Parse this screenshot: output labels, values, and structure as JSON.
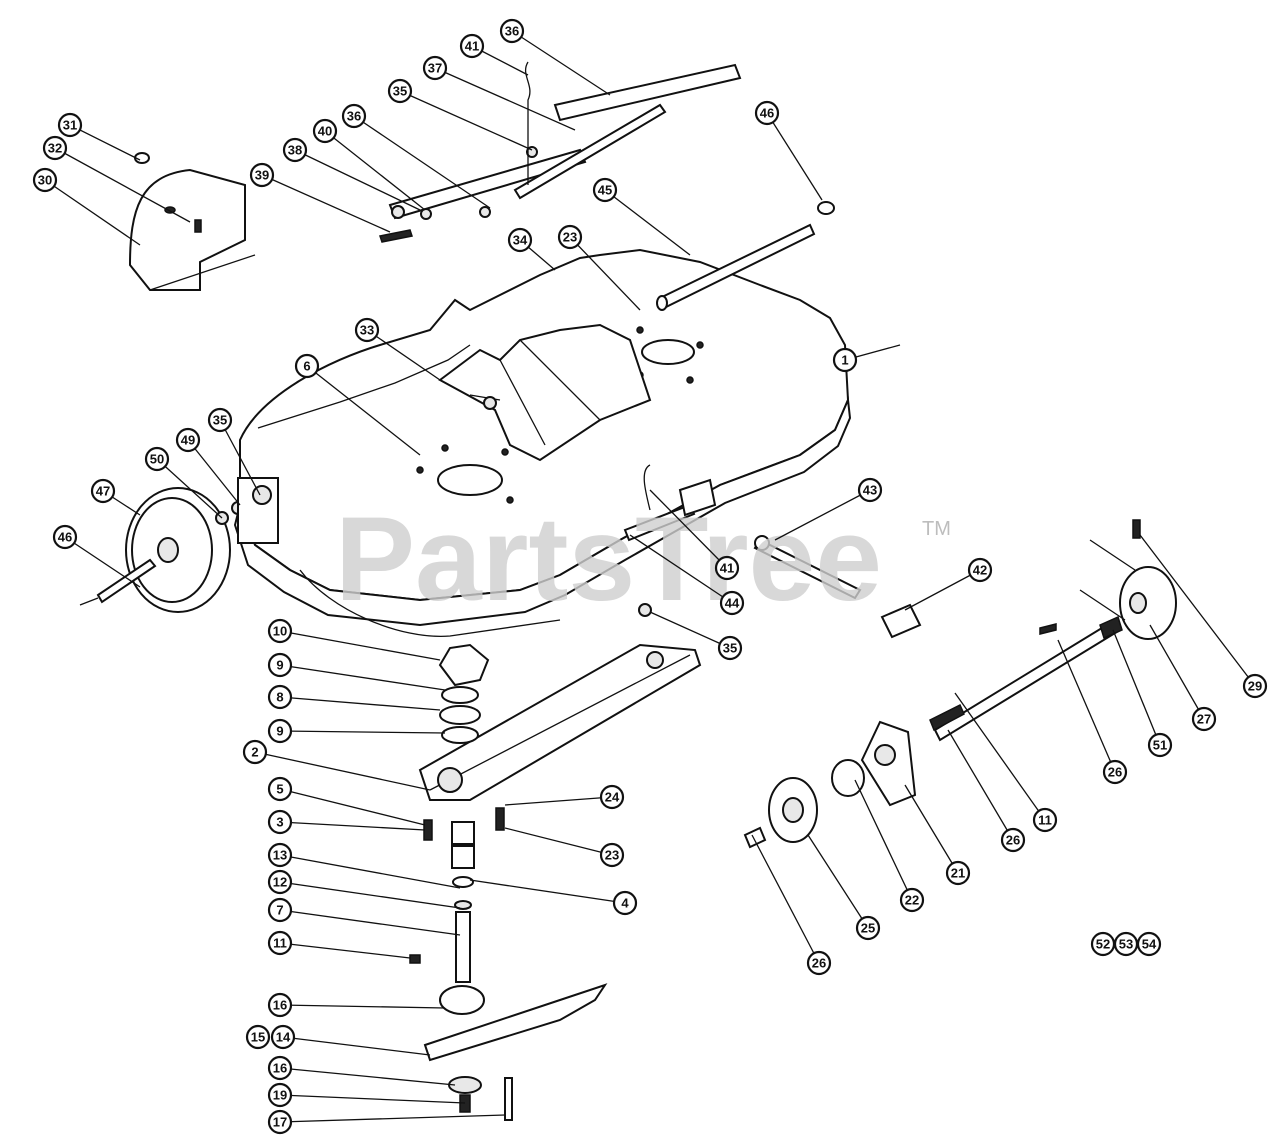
{
  "watermark": {
    "text": "PartsTree",
    "trademark": "TM",
    "color": "#cfcfcf"
  },
  "callouts": [
    {
      "id": "c1",
      "label": "1",
      "leader": [
        [
          845,
          360
        ],
        [
          900,
          345
        ]
      ]
    },
    {
      "id": "c2",
      "label": "2",
      "leader": [
        [
          255,
          752
        ],
        [
          430,
          790
        ]
      ]
    },
    {
      "id": "c3",
      "label": "3",
      "leader": [
        [
          280,
          822
        ],
        [
          425,
          830
        ]
      ]
    },
    {
      "id": "c4",
      "label": "4",
      "leader": [
        [
          625,
          903
        ],
        [
          470,
          880
        ]
      ]
    },
    {
      "id": "c5",
      "label": "5",
      "leader": [
        [
          280,
          789
        ],
        [
          425,
          825
        ]
      ]
    },
    {
      "id": "c6",
      "label": "6",
      "leader": [
        [
          307,
          366
        ],
        [
          420,
          455
        ]
      ]
    },
    {
      "id": "c7",
      "label": "7",
      "leader": [
        [
          280,
          910
        ],
        [
          460,
          935
        ]
      ]
    },
    {
      "id": "c8",
      "label": "8",
      "leader": [
        [
          280,
          697
        ],
        [
          440,
          710
        ]
      ]
    },
    {
      "id": "c9a",
      "label": "9",
      "leader": [
        [
          280,
          665
        ],
        [
          445,
          690
        ]
      ]
    },
    {
      "id": "c9b",
      "label": "9",
      "leader": [
        [
          280,
          731
        ],
        [
          445,
          733
        ]
      ]
    },
    {
      "id": "c10",
      "label": "10",
      "leader": [
        [
          280,
          631
        ],
        [
          440,
          660
        ]
      ]
    },
    {
      "id": "c11a",
      "label": "11",
      "leader": [
        [
          280,
          943
        ],
        [
          410,
          958
        ]
      ]
    },
    {
      "id": "c11b",
      "label": "11",
      "leader": [
        [
          1045,
          820
        ],
        [
          955,
          693
        ]
      ]
    },
    {
      "id": "c12",
      "label": "12",
      "leader": [
        [
          280,
          882
        ],
        [
          460,
          908
        ]
      ]
    },
    {
      "id": "c13",
      "label": "13",
      "leader": [
        [
          280,
          855
        ],
        [
          460,
          888
        ]
      ]
    },
    {
      "id": "c14",
      "label": "14",
      "leader": [
        [
          283,
          1037
        ],
        [
          430,
          1055
        ]
      ]
    },
    {
      "id": "c15",
      "label": "15",
      "leader": [
        [
          258,
          1037
        ],
        [
          258,
          1037
        ]
      ]
    },
    {
      "id": "c16a",
      "label": "16",
      "leader": [
        [
          280,
          1005
        ],
        [
          445,
          1008
        ]
      ]
    },
    {
      "id": "c16b",
      "label": "16",
      "leader": [
        [
          280,
          1068
        ],
        [
          455,
          1085
        ]
      ]
    },
    {
      "id": "c17",
      "label": "17",
      "leader": [
        [
          280,
          1122
        ],
        [
          505,
          1115
        ]
      ]
    },
    {
      "id": "c19",
      "label": "19",
      "leader": [
        [
          280,
          1095
        ],
        [
          465,
          1103
        ]
      ]
    },
    {
      "id": "c21",
      "label": "21",
      "leader": [
        [
          958,
          873
        ],
        [
          905,
          785
        ]
      ]
    },
    {
      "id": "c22",
      "label": "22",
      "leader": [
        [
          912,
          900
        ],
        [
          855,
          780
        ]
      ]
    },
    {
      "id": "c23a",
      "label": "23",
      "leader": [
        [
          570,
          237
        ],
        [
          640,
          310
        ]
      ]
    },
    {
      "id": "c23b",
      "label": "23",
      "leader": [
        [
          612,
          855
        ],
        [
          505,
          828
        ]
      ]
    },
    {
      "id": "c24",
      "label": "24",
      "leader": [
        [
          612,
          797
        ],
        [
          505,
          805
        ]
      ]
    },
    {
      "id": "c25",
      "label": "25",
      "leader": [
        [
          868,
          928
        ],
        [
          808,
          835
        ]
      ]
    },
    {
      "id": "c26a",
      "label": "26",
      "leader": [
        [
          819,
          963
        ],
        [
          752,
          835
        ]
      ]
    },
    {
      "id": "c26b",
      "label": "26",
      "leader": [
        [
          1115,
          772
        ],
        [
          1058,
          640
        ]
      ]
    },
    {
      "id": "c26c",
      "label": "26",
      "leader": [
        [
          1013,
          840
        ],
        [
          948,
          730
        ]
      ]
    },
    {
      "id": "c27",
      "label": "27",
      "leader": [
        [
          1204,
          719
        ],
        [
          1150,
          625
        ]
      ]
    },
    {
      "id": "c29",
      "label": "29",
      "leader": [
        [
          1255,
          686
        ],
        [
          1140,
          535
        ]
      ]
    },
    {
      "id": "c30",
      "label": "30",
      "leader": [
        [
          45,
          180
        ],
        [
          140,
          245
        ]
      ]
    },
    {
      "id": "c31",
      "label": "31",
      "leader": [
        [
          70,
          125
        ],
        [
          140,
          160
        ]
      ]
    },
    {
      "id": "c32",
      "label": "32",
      "leader": [
        [
          55,
          148
        ],
        [
          190,
          222
        ]
      ]
    },
    {
      "id": "c33",
      "label": "33",
      "leader": [
        [
          367,
          330
        ],
        [
          440,
          380
        ]
      ]
    },
    {
      "id": "c34",
      "label": "34",
      "leader": [
        [
          520,
          240
        ],
        [
          555,
          270
        ]
      ]
    },
    {
      "id": "c35a",
      "label": "35",
      "leader": [
        [
          400,
          91
        ],
        [
          532,
          150
        ]
      ]
    },
    {
      "id": "c35b",
      "label": "35",
      "leader": [
        [
          220,
          420
        ],
        [
          260,
          495
        ]
      ]
    },
    {
      "id": "c35c",
      "label": "35",
      "leader": [
        [
          730,
          648
        ],
        [
          650,
          612
        ]
      ]
    },
    {
      "id": "c36a",
      "label": "36",
      "leader": [
        [
          354,
          116
        ],
        [
          490,
          208
        ]
      ]
    },
    {
      "id": "c36b",
      "label": "36",
      "leader": [
        [
          512,
          31
        ],
        [
          610,
          95
        ]
      ]
    },
    {
      "id": "c37",
      "label": "37",
      "leader": [
        [
          435,
          68
        ],
        [
          575,
          130
        ]
      ]
    },
    {
      "id": "c38",
      "label": "38",
      "leader": [
        [
          295,
          150
        ],
        [
          420,
          210
        ]
      ]
    },
    {
      "id": "c39",
      "label": "39",
      "leader": [
        [
          262,
          175
        ],
        [
          390,
          232
        ]
      ]
    },
    {
      "id": "c40",
      "label": "40",
      "leader": [
        [
          325,
          131
        ],
        [
          425,
          210
        ]
      ]
    },
    {
      "id": "c41a",
      "label": "41",
      "leader": [
        [
          472,
          46
        ],
        [
          528,
          75
        ]
      ]
    },
    {
      "id": "c41b",
      "label": "41",
      "leader": [
        [
          727,
          568
        ],
        [
          650,
          490
        ]
      ]
    },
    {
      "id": "c42",
      "label": "42",
      "leader": [
        [
          980,
          570
        ],
        [
          905,
          610
        ]
      ]
    },
    {
      "id": "c43",
      "label": "43",
      "leader": [
        [
          870,
          490
        ],
        [
          775,
          540
        ]
      ]
    },
    {
      "id": "c44",
      "label": "44",
      "leader": [
        [
          732,
          603
        ],
        [
          630,
          535
        ]
      ]
    },
    {
      "id": "c45",
      "label": "45",
      "leader": [
        [
          605,
          190
        ],
        [
          690,
          255
        ]
      ]
    },
    {
      "id": "c46a",
      "label": "46",
      "leader": [
        [
          65,
          537
        ],
        [
          140,
          587
        ]
      ]
    },
    {
      "id": "c46b",
      "label": "46",
      "leader": [
        [
          767,
          113
        ],
        [
          822,
          200
        ]
      ]
    },
    {
      "id": "c47",
      "label": "47",
      "leader": [
        [
          103,
          491
        ],
        [
          140,
          515
        ]
      ]
    },
    {
      "id": "c49",
      "label": "49",
      "leader": [
        [
          188,
          440
        ],
        [
          240,
          505
        ]
      ]
    },
    {
      "id": "c50",
      "label": "50",
      "leader": [
        [
          157,
          459
        ],
        [
          222,
          518
        ]
      ]
    },
    {
      "id": "c51",
      "label": "51",
      "leader": [
        [
          1160,
          745
        ],
        [
          1113,
          630
        ]
      ]
    },
    {
      "id": "c52",
      "label": "52",
      "leader": [
        [
          1103,
          944
        ],
        [
          1103,
          944
        ]
      ]
    },
    {
      "id": "c53",
      "label": "53",
      "leader": [
        [
          1126,
          944
        ],
        [
          1126,
          944
        ]
      ]
    },
    {
      "id": "c54",
      "label": "54",
      "leader": [
        [
          1149,
          944
        ],
        [
          1149,
          944
        ]
      ]
    }
  ]
}
